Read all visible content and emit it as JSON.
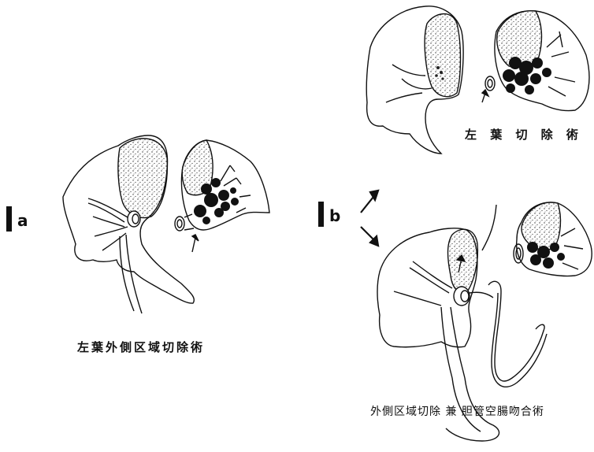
{
  "panels": {
    "a": {
      "tag": "a",
      "caption": "左葉外側区域切除術"
    },
    "b": {
      "tag": "b",
      "caption_top": "左 葉 切 除 術",
      "caption_bottom": "外側区域切除 兼 胆管空腸吻合術"
    }
  }
}
